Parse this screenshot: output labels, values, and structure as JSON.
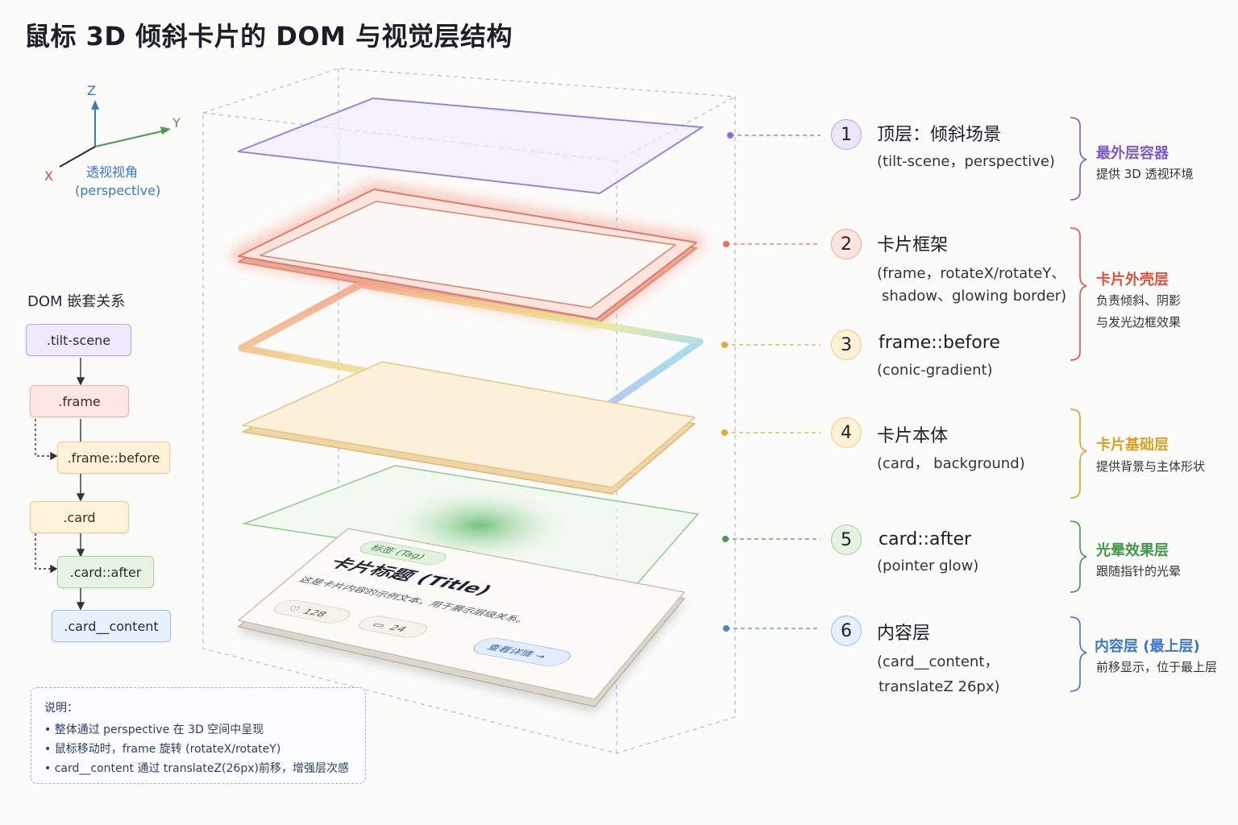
{
  "title": "鼠标 3D 倾斜卡片的 DOM 与视觉层结构",
  "axes": {
    "z_label": "Z",
    "y_label": "Y",
    "x_label": "X",
    "caption_line1": "透视视角",
    "caption_line2": "(perspective)"
  },
  "dom_tree": {
    "title": "DOM 嵌套关系",
    "nodes": [
      {
        "label": ".tilt-scene"
      },
      {
        "label": ".frame"
      },
      {
        "label": ".frame::before"
      },
      {
        "label": ".card"
      },
      {
        "label": ".card::after"
      },
      {
        "label": ".card__content"
      }
    ]
  },
  "notes": {
    "title": "说明：",
    "items": [
      "整体通过 perspective 在 3D 空间中呈现",
      "鼠标移动时，frame 旋转 (rotateX/rotateY)",
      "card__content 通过 translateZ(26px)前移，增强层次感"
    ]
  },
  "card_preview": {
    "tag": "标签 (Tag)",
    "title": "卡片标题 (Title)",
    "body": "这是卡片内容的示例文本，用于展示层级关系。",
    "likes": "128",
    "comments": "24",
    "button": "查看详情 →"
  },
  "layers": [
    {
      "num": "1",
      "title": "顶层：倾斜场景",
      "desc": [
        "(tilt-scene，perspective)"
      ],
      "color": "#8a6fd6"
    },
    {
      "num": "2",
      "title": "卡片框架",
      "desc": [
        "(frame，rotateX/rotateY、",
        "shadow、glowing border)"
      ],
      "color": "#e8705e"
    },
    {
      "num": "3",
      "title": "frame::before",
      "desc": [
        "(conic-gradient)"
      ],
      "color": "#e2a93a"
    },
    {
      "num": "4",
      "title": "卡片本体",
      "desc": [
        "(card， background)"
      ],
      "color": "#e2a93a"
    },
    {
      "num": "5",
      "title": "card::after",
      "desc": [
        "(pointer glow)"
      ],
      "color": "#4a9a50"
    },
    {
      "num": "6",
      "title": "内容层",
      "desc": [
        "(card__content，",
        "translateZ 26px)"
      ],
      "color": "#4f84cf"
    }
  ],
  "groups": [
    {
      "title": "最外层容器",
      "desc": [
        "提供 3D 透视环境"
      ],
      "color": "#7a5cc8"
    },
    {
      "title": "卡片外壳层",
      "desc": [
        "负责倾斜、阴影",
        "与发光边框效果"
      ],
      "color": "#e0513e"
    },
    {
      "title": "卡片基础层",
      "desc": [
        "提供背景与主体形状"
      ],
      "color": "#d9a024"
    },
    {
      "title": "光晕效果层",
      "desc": [
        "跟随指针的光晕"
      ],
      "color": "#3f9a46"
    },
    {
      "title": "内容层 (最上层)",
      "desc": [
        "前移显示，位于最上层"
      ],
      "color": "#3d78c8"
    }
  ]
}
